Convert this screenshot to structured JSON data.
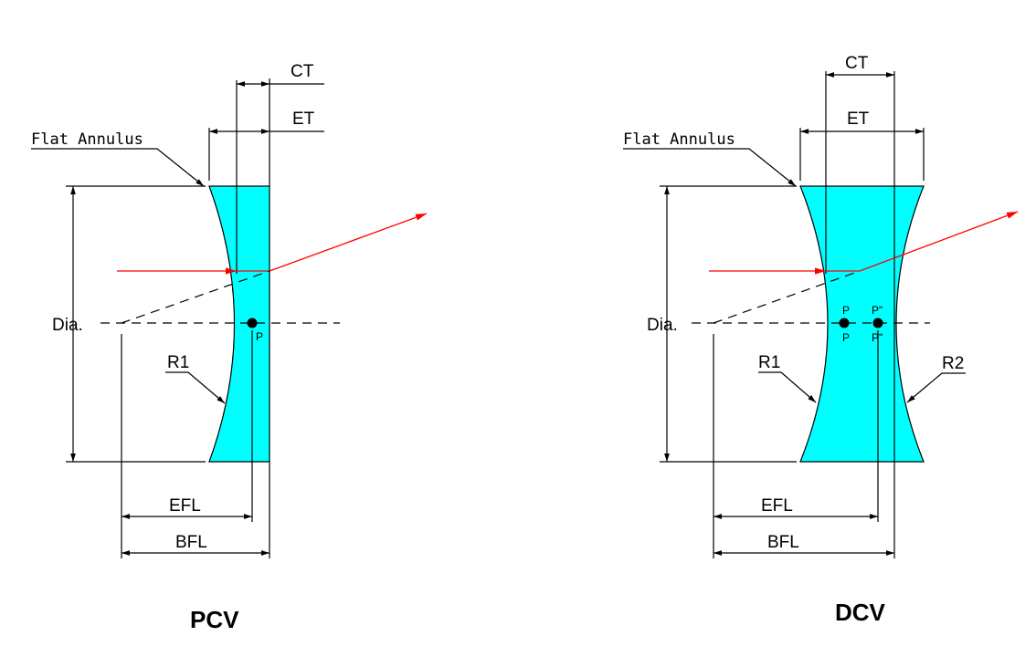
{
  "colors": {
    "lens_fill": "#00ffff",
    "ray": "#ff0000",
    "line": "#000000"
  },
  "pcv": {
    "caption": "PCV",
    "ct": "CT",
    "et": "ET",
    "flat_annulus": "Flat Annulus",
    "dia": "Dia.",
    "r1": "R1",
    "efl": "EFL",
    "bfl": "BFL",
    "p": "P"
  },
  "dcv": {
    "caption": "DCV",
    "ct": "CT",
    "et": "ET",
    "flat_annulus": "Flat Annulus",
    "dia": "Dia.",
    "r1": "R1",
    "r2": "R2",
    "efl": "EFL",
    "bfl": "BFL",
    "p_top": "P",
    "p_bottom": "P",
    "p2_top": "P\"",
    "p2_bottom": "P\""
  }
}
